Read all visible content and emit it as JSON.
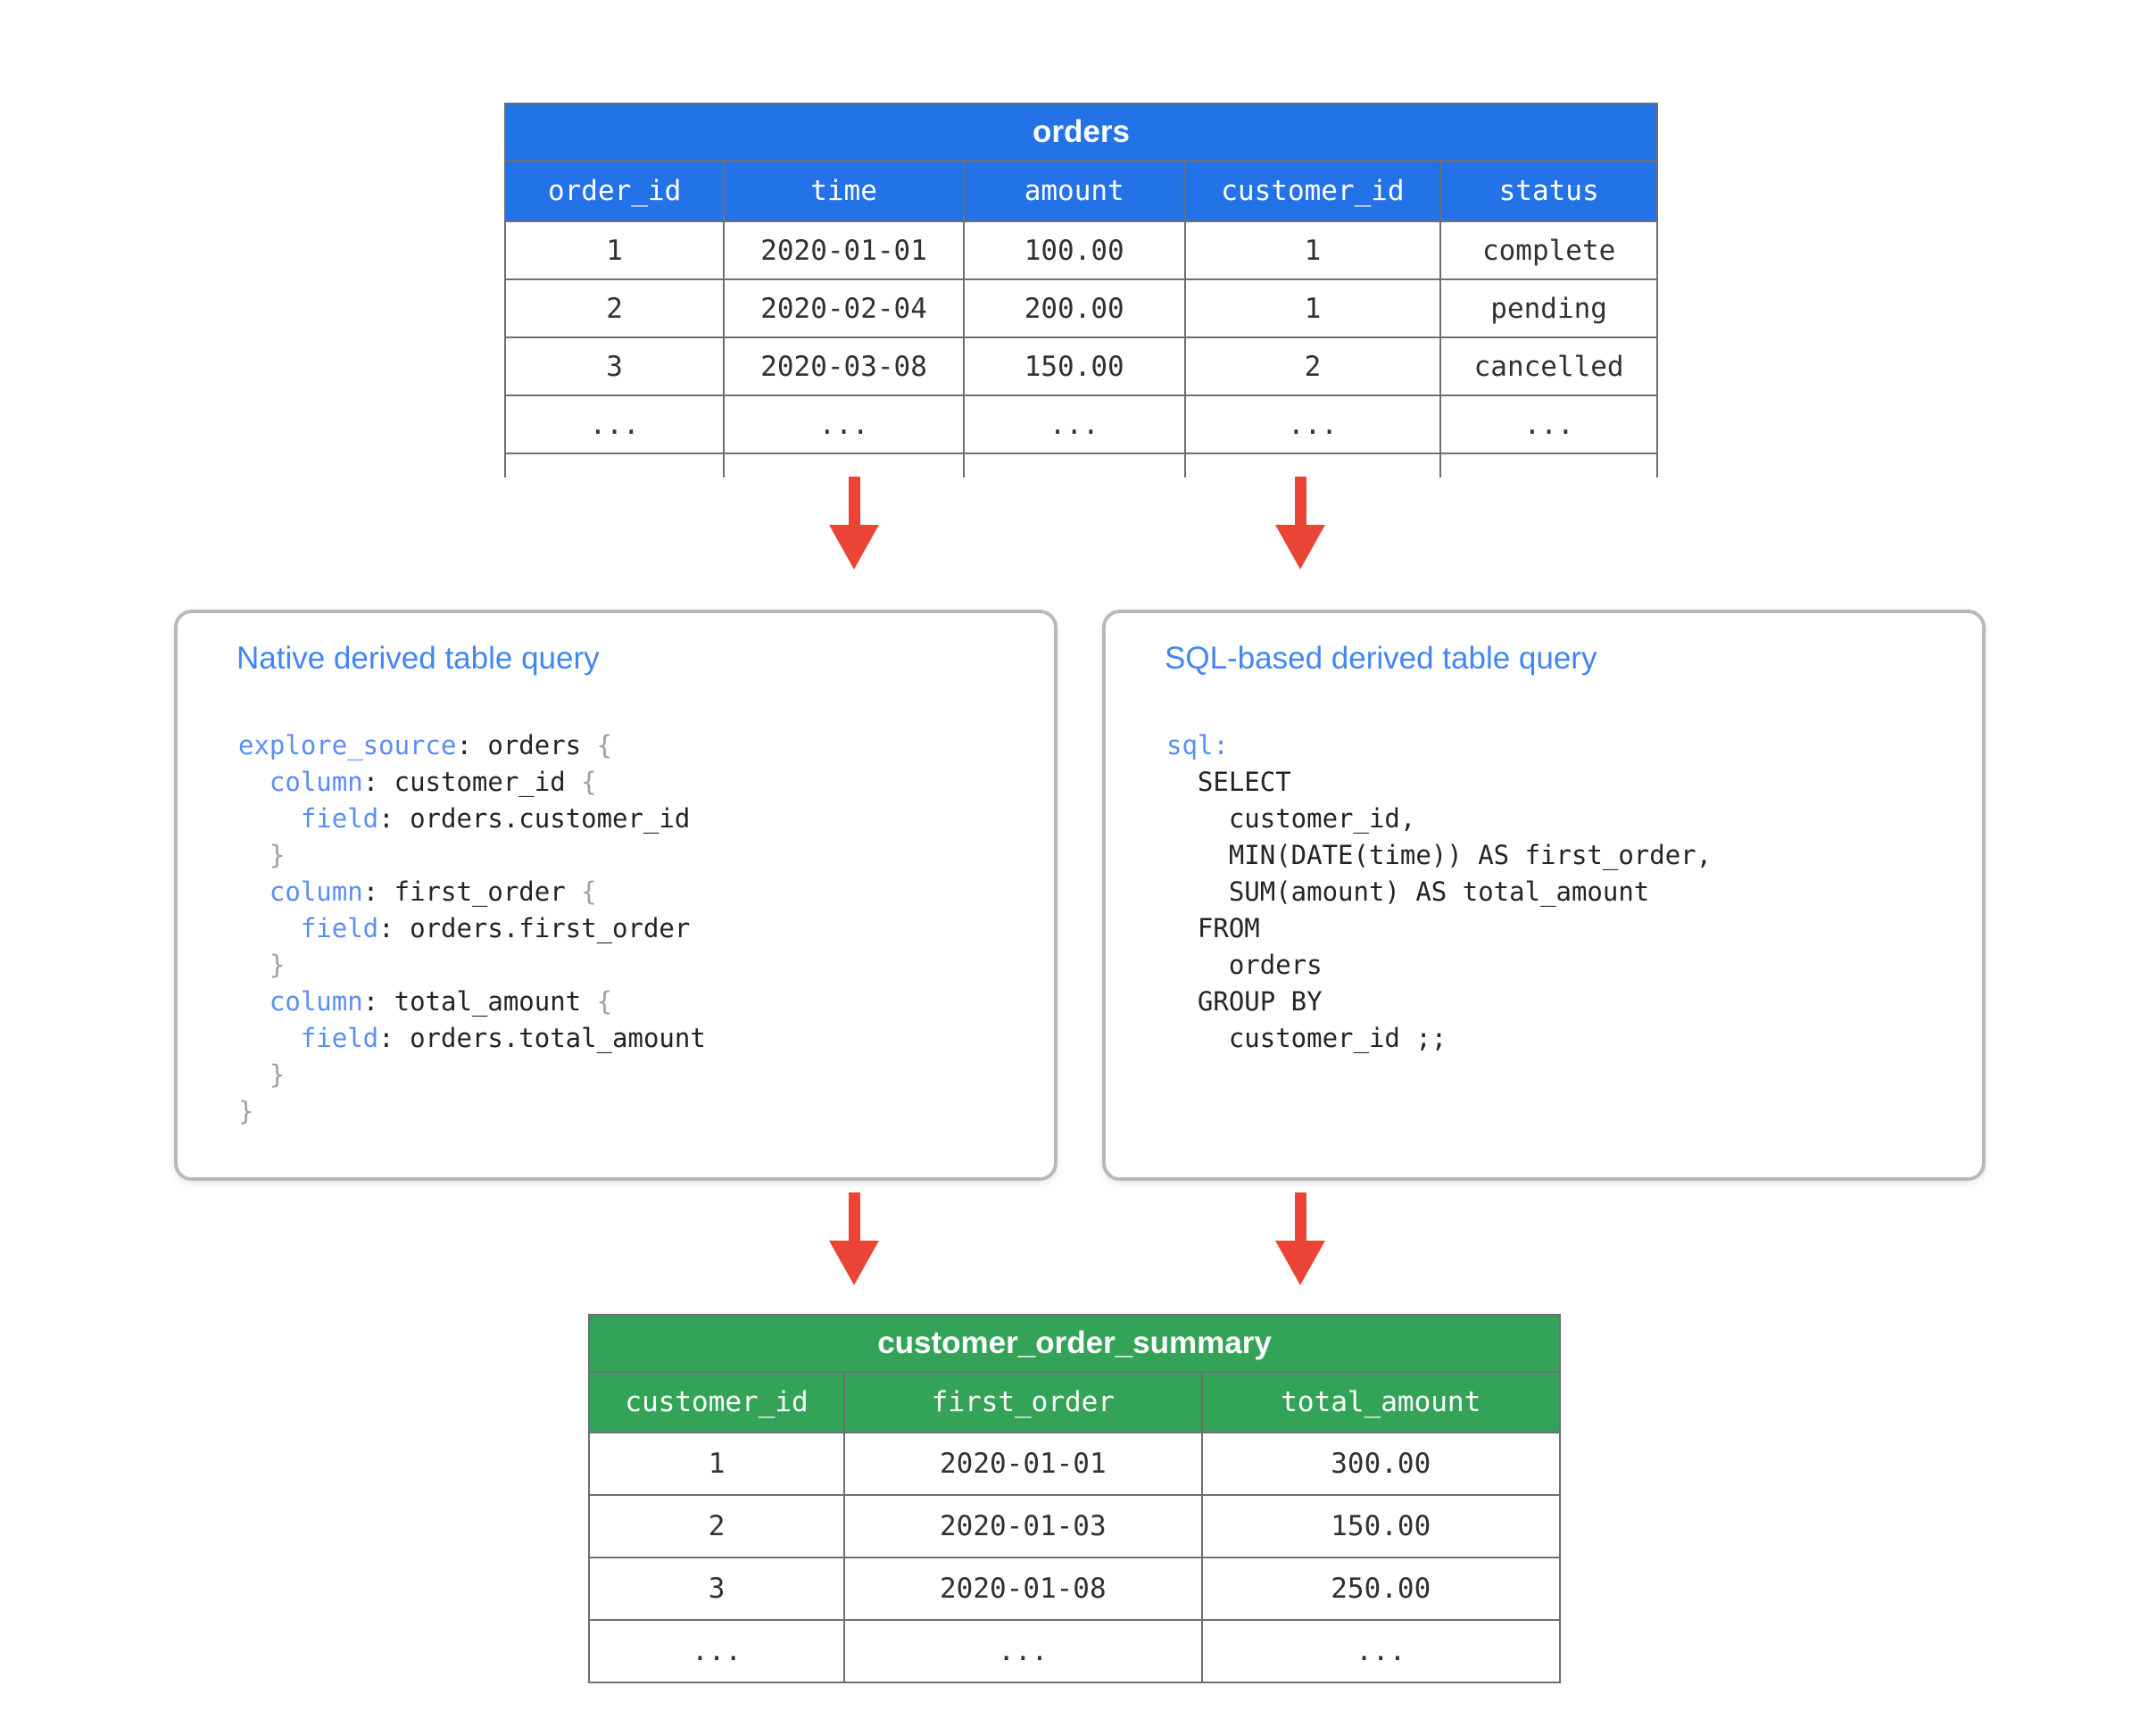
{
  "colors": {
    "orders_header_blue": "#2472e8",
    "summary_header_green": "#33a457",
    "arrow_red": "#e94435",
    "table_border_gray": "#6b6f73",
    "box_border_gray": "#b5b9bd",
    "box_title_blue": "#4285f4",
    "code_keyword_blue": "#5a8ef5",
    "code_brace_gray": "#9aa0a6",
    "cell_text": "#2f3235"
  },
  "orders_table": {
    "title": "orders",
    "columns": [
      "order_id",
      "time",
      "amount",
      "customer_id",
      "status"
    ],
    "rows": [
      [
        "1",
        "2020-01-01",
        "100.00",
        "1",
        "complete"
      ],
      [
        "2",
        "2020-02-04",
        "200.00",
        "1",
        "pending"
      ],
      [
        "3",
        "2020-03-08",
        "150.00",
        "2",
        "cancelled"
      ],
      [
        "...",
        "...",
        "...",
        "...",
        "..."
      ]
    ]
  },
  "left_box": {
    "title": "Native derived table query",
    "code": [
      [
        {
          "t": "explore_source",
          "c": "kw"
        },
        {
          "t": ": orders ",
          "c": "pl"
        },
        {
          "t": "{",
          "c": "br"
        }
      ],
      [
        {
          "t": "  ",
          "c": "pl"
        },
        {
          "t": "column",
          "c": "kw"
        },
        {
          "t": ": customer_id ",
          "c": "pl"
        },
        {
          "t": "{",
          "c": "br"
        }
      ],
      [
        {
          "t": "    ",
          "c": "pl"
        },
        {
          "t": "field",
          "c": "kw"
        },
        {
          "t": ": orders.customer_id",
          "c": "pl"
        }
      ],
      [
        {
          "t": "  ",
          "c": "pl"
        },
        {
          "t": "}",
          "c": "br"
        }
      ],
      [
        {
          "t": "  ",
          "c": "pl"
        },
        {
          "t": "column",
          "c": "kw"
        },
        {
          "t": ": first_order ",
          "c": "pl"
        },
        {
          "t": "{",
          "c": "br"
        }
      ],
      [
        {
          "t": "    ",
          "c": "pl"
        },
        {
          "t": "field",
          "c": "kw"
        },
        {
          "t": ": orders.first_order",
          "c": "pl"
        }
      ],
      [
        {
          "t": "  ",
          "c": "pl"
        },
        {
          "t": "}",
          "c": "br"
        }
      ],
      [
        {
          "t": "  ",
          "c": "pl"
        },
        {
          "t": "column",
          "c": "kw"
        },
        {
          "t": ": total_amount ",
          "c": "pl"
        },
        {
          "t": "{",
          "c": "br"
        }
      ],
      [
        {
          "t": "    ",
          "c": "pl"
        },
        {
          "t": "field",
          "c": "kw"
        },
        {
          "t": ": orders.total_amount",
          "c": "pl"
        }
      ],
      [
        {
          "t": "  ",
          "c": "pl"
        },
        {
          "t": "}",
          "c": "br"
        }
      ],
      [
        {
          "t": "}",
          "c": "br"
        }
      ]
    ]
  },
  "right_box": {
    "title": "SQL-based derived table query",
    "code": [
      [
        {
          "t": "sql:",
          "c": "kw"
        }
      ],
      [
        {
          "t": "  SELECT",
          "c": "pl"
        }
      ],
      [
        {
          "t": "    customer_id,",
          "c": "pl"
        }
      ],
      [
        {
          "t": "    MIN(DATE(time)) AS first_order,",
          "c": "pl"
        }
      ],
      [
        {
          "t": "    SUM(amount) AS total_amount",
          "c": "pl"
        }
      ],
      [
        {
          "t": "  FROM",
          "c": "pl"
        }
      ],
      [
        {
          "t": "    orders",
          "c": "pl"
        }
      ],
      [
        {
          "t": "  GROUP BY",
          "c": "pl"
        }
      ],
      [
        {
          "t": "    customer_id ;;",
          "c": "pl"
        }
      ]
    ]
  },
  "summary_table": {
    "title": "customer_order_summary",
    "columns": [
      "customer_id",
      "first_order",
      "total_amount"
    ],
    "rows": [
      [
        "1",
        "2020-01-01",
        "300.00"
      ],
      [
        "2",
        "2020-01-03",
        "150.00"
      ],
      [
        "3",
        "2020-01-08",
        "250.00"
      ],
      [
        "...",
        "...",
        "..."
      ]
    ]
  },
  "icons": {
    "arrow": "arrow-down-icon"
  }
}
